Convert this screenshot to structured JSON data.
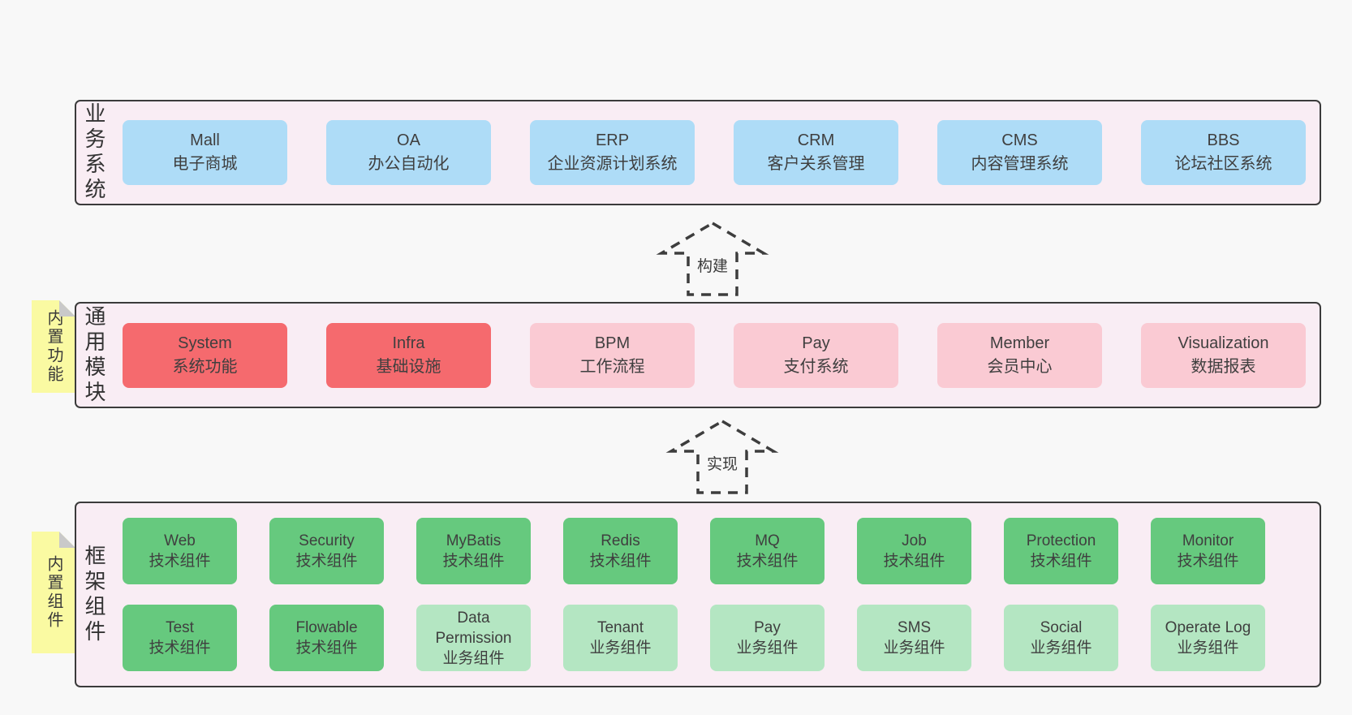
{
  "colors": {
    "page-bg": "#f8f8f8",
    "panel-bg": "#f9edf4",
    "panel-border": "#3b3b3b",
    "blue": "#aedcf7",
    "red": "#f56a6e",
    "pink": "#facad3",
    "green-dark": "#66c97e",
    "green-light": "#b4e6c2",
    "sticky-yellow": "#fafaa2",
    "sticky-fold": "#c9c9c9",
    "text": "#3f3f3f"
  },
  "arrows": {
    "build": "构建",
    "implement": "实现"
  },
  "business": {
    "label": "业务系统",
    "items": [
      {
        "en": "Mall",
        "zh": "电子商城"
      },
      {
        "en": "OA",
        "zh": "办公自动化"
      },
      {
        "en": "ERP",
        "zh": "企业资源计划系统"
      },
      {
        "en": "CRM",
        "zh": "客户关系管理"
      },
      {
        "en": "CMS",
        "zh": "内容管理系统"
      },
      {
        "en": "BBS",
        "zh": "论坛社区系统"
      }
    ]
  },
  "modules": {
    "label": "通用模块",
    "sticky": "内置功能",
    "items": [
      {
        "en": "System",
        "zh": "系统功能"
      },
      {
        "en": "Infra",
        "zh": "基础设施"
      },
      {
        "en": "BPM",
        "zh": "工作流程"
      },
      {
        "en": "Pay",
        "zh": "支付系统"
      },
      {
        "en": "Member",
        "zh": "会员中心"
      },
      {
        "en": "Visualization",
        "zh": "数据报表"
      }
    ]
  },
  "components": {
    "label": "框架组件",
    "sticky": "内置组件",
    "row1": [
      {
        "en": "Web",
        "zh": "技术组件"
      },
      {
        "en": "Security",
        "zh": "技术组件"
      },
      {
        "en": "MyBatis",
        "zh": "技术组件"
      },
      {
        "en": "Redis",
        "zh": "技术组件"
      },
      {
        "en": "MQ",
        "zh": "技术组件"
      },
      {
        "en": "Job",
        "zh": "技术组件"
      },
      {
        "en": "Protection",
        "zh": "技术组件"
      },
      {
        "en": "Monitor",
        "zh": "技术组件"
      }
    ],
    "row2": [
      {
        "en": "Test",
        "zh": "技术组件"
      },
      {
        "en": "Flowable",
        "zh": "技术组件"
      },
      {
        "en": "Data Permission",
        "zh": "业务组件"
      },
      {
        "en": "Tenant",
        "zh": "业务组件"
      },
      {
        "en": "Pay",
        "zh": "业务组件"
      },
      {
        "en": "SMS",
        "zh": "业务组件"
      },
      {
        "en": "Social",
        "zh": "业务组件"
      },
      {
        "en": "Operate Log",
        "zh": "业务组件"
      }
    ]
  }
}
